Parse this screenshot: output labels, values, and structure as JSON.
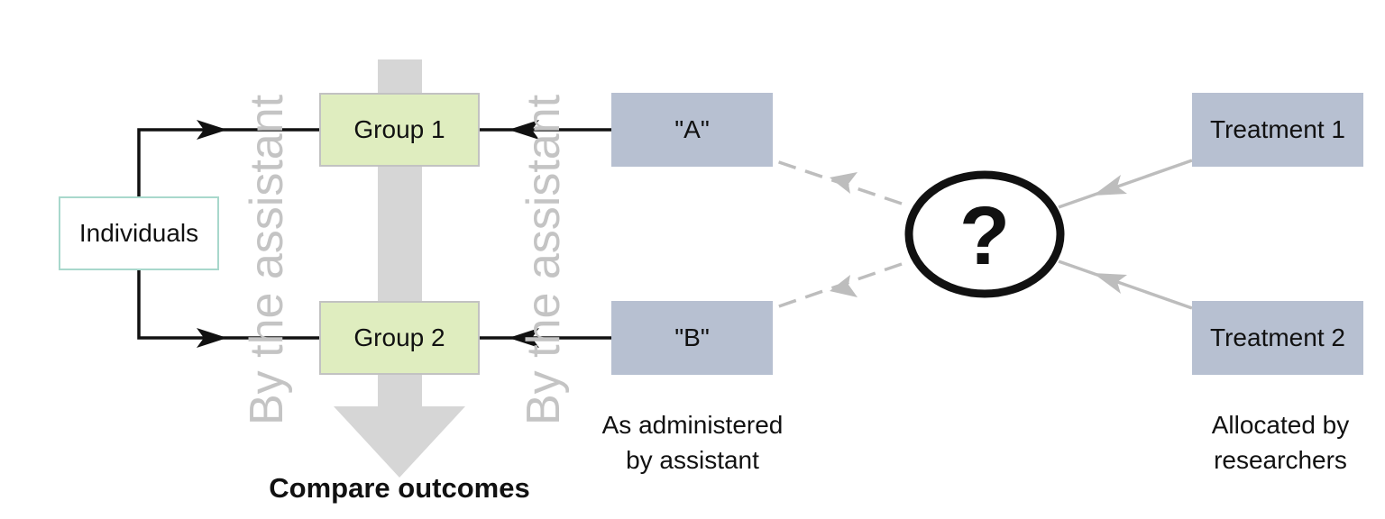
{
  "nodes": {
    "individuals": "Individuals",
    "group1": "Group 1",
    "group2": "Group 2",
    "a": "\"A\"",
    "b": "\"B\"",
    "treatment1": "Treatment 1",
    "treatment2": "Treatment 2",
    "question": "?"
  },
  "labels": {
    "by_assistant_left": "By the assistant",
    "by_assistant_right": "By the assistant",
    "administered_line1": "As administered",
    "administered_line2": "by assistant",
    "allocated_line1": "Allocated by",
    "allocated_line2": "researchers",
    "compare": "Compare outcomes"
  },
  "colors": {
    "group_fill": "#dfedbf",
    "label_fill": "#b7c0d1",
    "individuals_border": "#a8d8cc",
    "big_arrow": "#d6d6d6",
    "vertical_text": "#c4c4c4",
    "connector_dark": "#111111",
    "connector_light": "#bdbdbd"
  }
}
